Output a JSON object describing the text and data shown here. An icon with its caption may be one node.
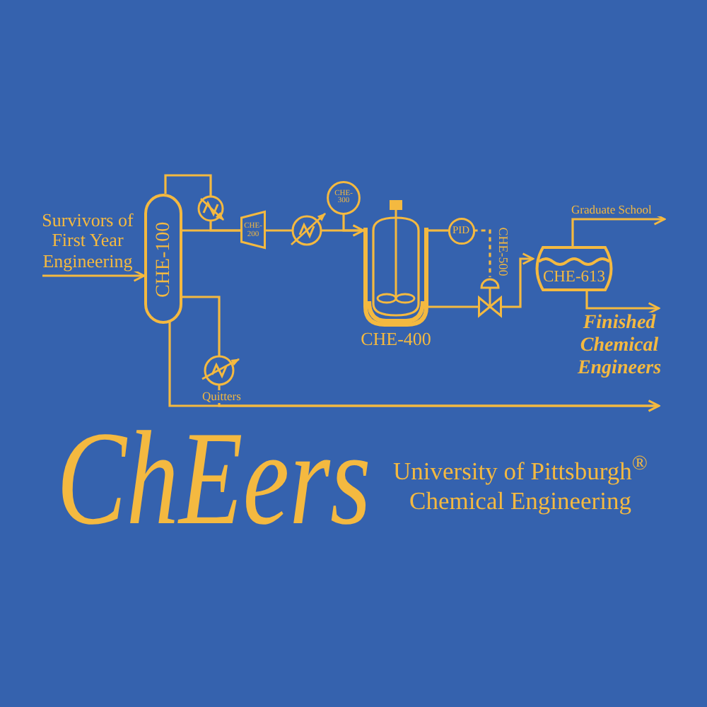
{
  "diagram": {
    "nodes": [
      {
        "text": [
          "CHE-100"
        ]
      },
      {
        "text": [],
        "shape": "circle"
      },
      {
        "text": [
          "CHE-200"
        ]
      },
      {
        "text": [],
        "shape": "circle"
      },
      {
        "text": [
          "CHE-300"
        ]
      },
      {
        "text": [
          "CHE-400"
        ]
      },
      {
        "text": [
          "PID"
        ]
      },
      {
        "text": [
          "CHE-500"
        ]
      },
      {
        "text": [
          "CHE-613"
        ]
      },
      {
        "text": [],
        "shape": "circle"
      }
    ],
    "edges": [
      {
        "from": null,
        "to": 0,
        "arrow": "to",
        "label": "Survivors of First Year Engineering"
      },
      {
        "from": 0,
        "to": 1,
        "arrow": "none"
      },
      {
        "from": 0,
        "to": 2,
        "arrow": "none"
      },
      {
        "from": 1,
        "to": 2,
        "arrow": "none"
      },
      {
        "from": 2,
        "to": 3,
        "arrow": "none"
      },
      {
        "from": 3,
        "to": 5,
        "arrow": "to"
      },
      {
        "from": 4,
        "to": 5,
        "arrow": "to"
      },
      {
        "from": 5,
        "to": 6,
        "arrow": "none"
      },
      {
        "from": 6,
        "to": 7,
        "arrow": "none",
        "style": "dashed"
      },
      {
        "from": 5,
        "to": 7,
        "arrow": "none"
      },
      {
        "from": 7,
        "to": 8,
        "arrow": "to"
      },
      {
        "from": 8,
        "to": null,
        "arrow": "to",
        "label": "Graduate School"
      },
      {
        "from": 8,
        "to": null,
        "arrow": "to",
        "label": "Finished Chemical Engineers"
      },
      {
        "from": 0,
        "to": 9,
        "arrow": "none"
      },
      {
        "from": 0,
        "to": null,
        "arrow": "to",
        "label": "Quitters"
      },
      {
        "from": 9,
        "to": null,
        "arrow": "to"
      }
    ],
    "labels": [
      "ChEers",
      "University of Pittsburgh$^{®}$ Chemical Engineering"
    ]
  }
}
